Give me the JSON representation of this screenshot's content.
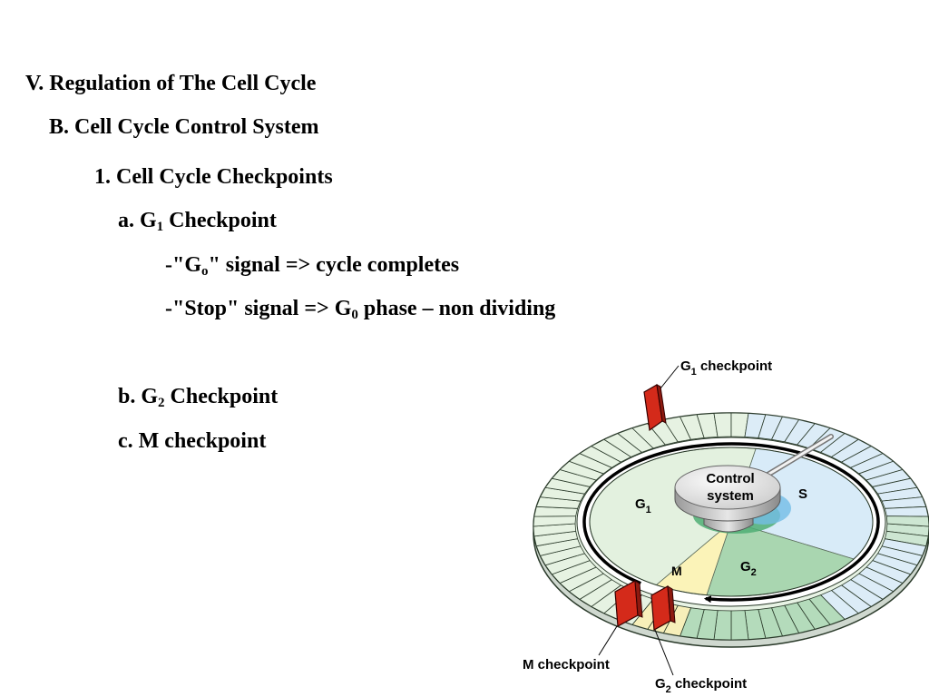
{
  "slide": {
    "heading": "V. Regulation of The Cell Cycle",
    "subheading": "B. Cell Cycle Control System",
    "item1": "1. Cell Cycle Checkpoints",
    "item_a": {
      "prefix": "a. G",
      "sub": "1",
      "suffix": " Checkpoint"
    },
    "go_line": {
      "prefix": "-\"G",
      "sub": "o",
      "suffix": "\" signal => cycle completes"
    },
    "stop_line": {
      "prefix": "-\"Stop\" signal => G",
      "sub": "0",
      "suffix": " phase – non dividing"
    },
    "item_b": {
      "prefix": "b. G",
      "sub": "2",
      "suffix": " Checkpoint"
    },
    "item_c": "c. M checkpoint"
  },
  "diagram": {
    "labels": {
      "g1_checkpoint": {
        "prefix": "G",
        "sub": "1",
        "suffix": " checkpoint"
      },
      "m_checkpoint": "M checkpoint",
      "g2_checkpoint": {
        "prefix": "G",
        "sub": "2",
        "suffix": " checkpoint"
      },
      "control_line1": "Control",
      "control_line2": "system",
      "phase_g1": {
        "prefix": "G",
        "sub": "1"
      },
      "phase_s": "S",
      "phase_g2": {
        "prefix": "G",
        "sub": "2"
      },
      "phase_m": "M"
    },
    "colors": {
      "g1": "#e3f1df",
      "s": "#d8ebf8",
      "g2": "#a9d6b0",
      "m": "#fbf3b8",
      "checkpoint": "#d42a1a",
      "ring_outline": "#2a3a2a"
    }
  }
}
